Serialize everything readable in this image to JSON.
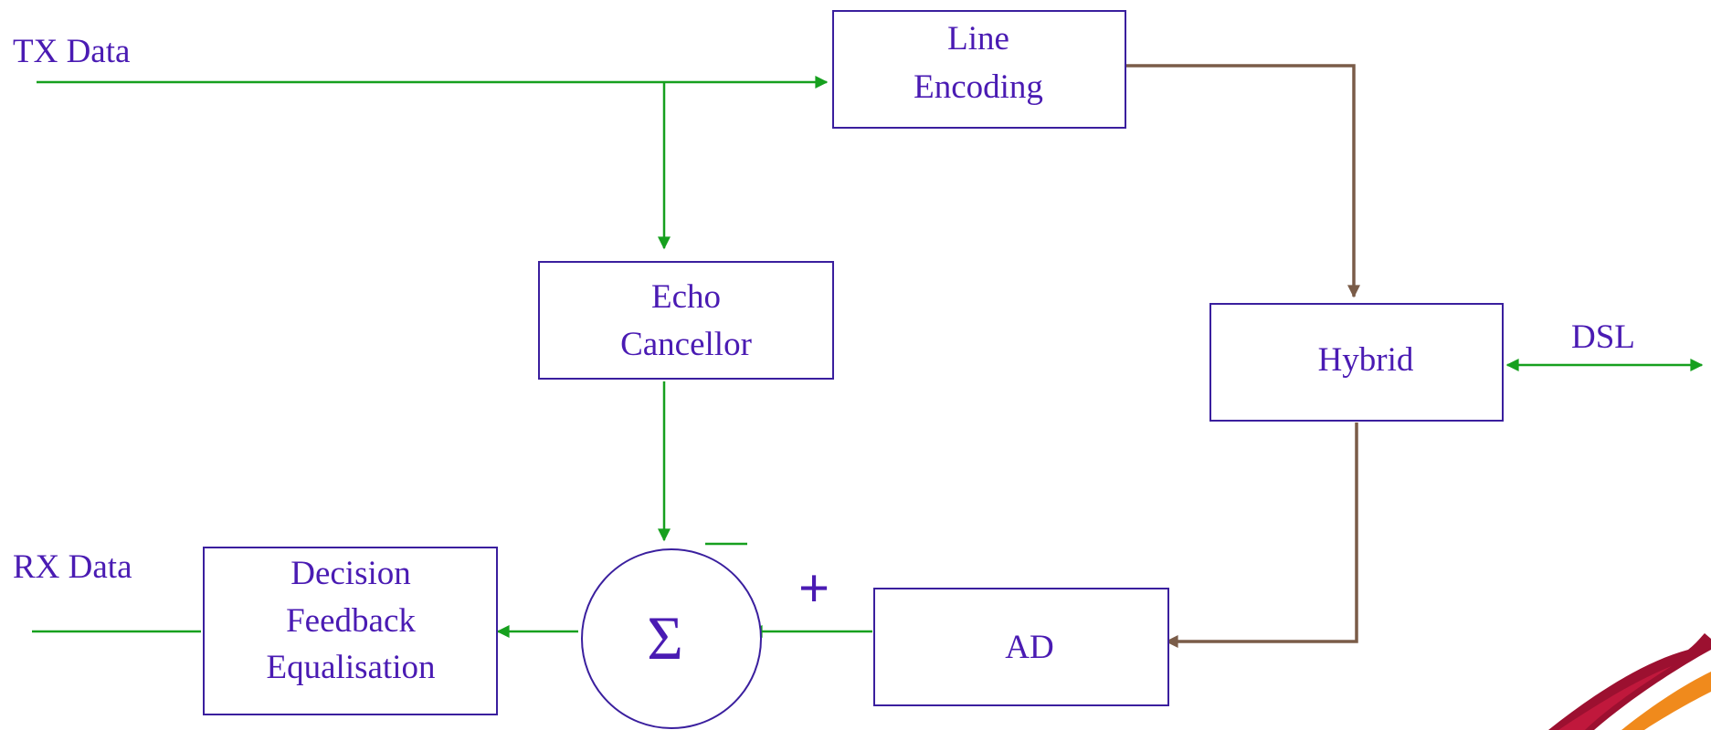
{
  "signals": {
    "tx_data": "TX Data",
    "rx_data": "RX Data",
    "dsl": "DSL"
  },
  "blocks": {
    "line_encoding": [
      "Line",
      "Encoding"
    ],
    "echo_canceller": [
      "Echo",
      "Cancellor"
    ],
    "hybrid": [
      "Hybrid"
    ],
    "decision_feedback": [
      "Decision",
      "Feedback",
      "Equalisation"
    ],
    "ad": [
      "AD"
    ]
  },
  "summer": {
    "symbol": "Σ",
    "minus_sign": "—",
    "plus_sign": "+"
  },
  "colors": {
    "block_border": "#3a1f9e",
    "text": "#4a1bb3",
    "tx_path": "#16a01e",
    "line_path": "#7a5c48"
  }
}
